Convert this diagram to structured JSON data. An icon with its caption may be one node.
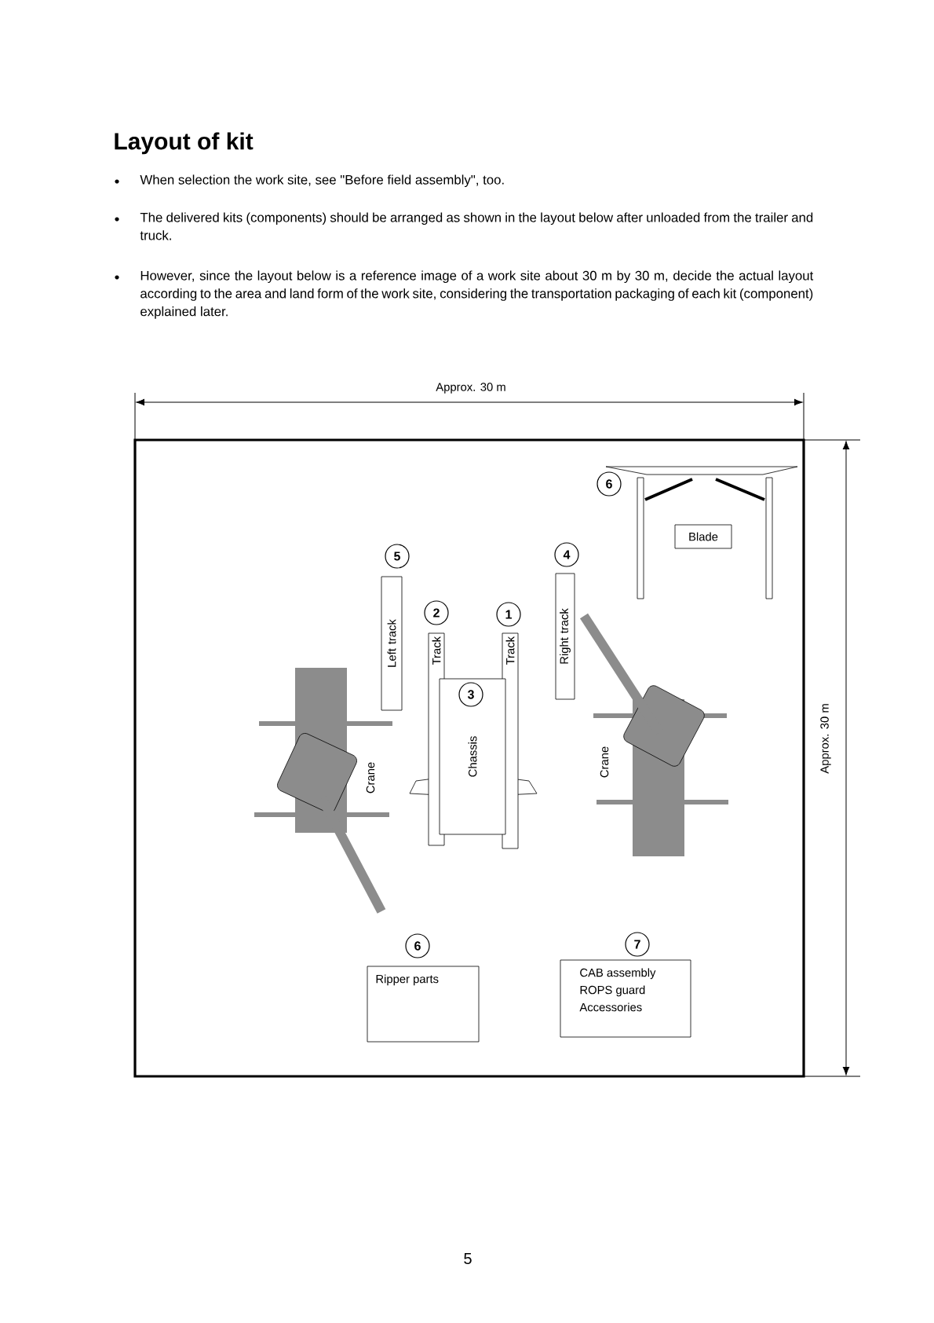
{
  "diagram": {
    "title": "Layout of kit",
    "nodes": [
      {
        "text": [],
        "shape": "box"
      },
      {
        "text": [
          "Left track"
        ],
        "in": 0,
        "beside": [
          "5"
        ]
      },
      {
        "text": [
          "Track"
        ],
        "in": 0,
        "beside": [
          "2"
        ]
      },
      {
        "text": [
          "Track"
        ],
        "in": 0,
        "beside": [
          "1"
        ]
      },
      {
        "text": [
          "3",
          "Chassis"
        ],
        "in": 0
      },
      {
        "text": [
          "Right track"
        ],
        "in": 0,
        "beside": [
          "4"
        ]
      },
      {
        "text": [
          "6",
          "Blade"
        ],
        "in": 0
      },
      {
        "text": [
          "Ripper parts"
        ],
        "in": 0,
        "beside": [
          "6"
        ]
      },
      {
        "text": [
          "CAB assembly",
          "ROPS guard",
          "Accessories"
        ],
        "in": 0,
        "beside": [
          "7"
        ]
      }
    ],
    "labels": [
      "When selection the work site, see \"Before field assembly\", too.",
      "The delivered kits (components) should be arranged as shown in the layout below after unloaded from the trailer and truck.",
      "However, since the layout below is a reference image of a work site about 30 m by 30 m, decide the actual layout according to the area and land form of the work site, considering the transportation packaging of each kit (component) explained later.",
      "Approx. 30 m",
      "Approx. 30 m",
      "Crane",
      "Crane",
      "5"
    ]
  }
}
